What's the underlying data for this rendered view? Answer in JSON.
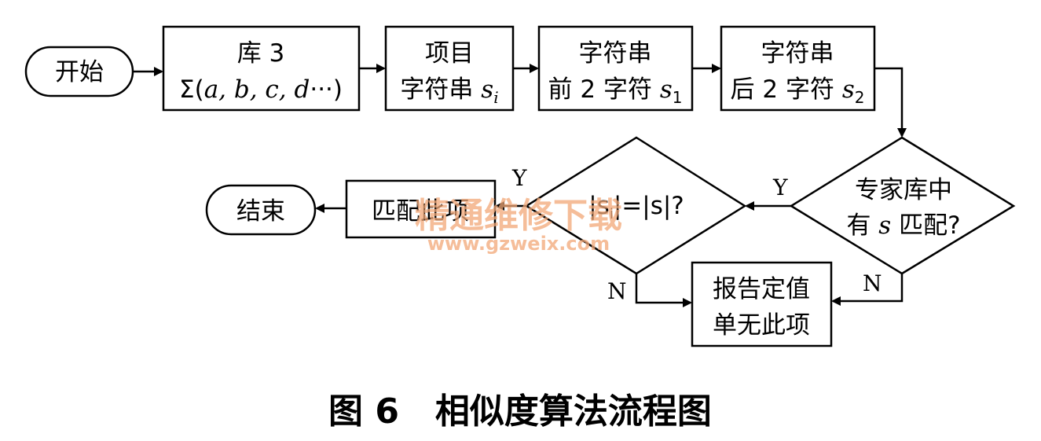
{
  "nodes": {
    "start": {
      "label": "开始"
    },
    "lib3": {
      "line1": "库 3",
      "sigma": "Σ",
      "paren_open": "(",
      "args": "a, b, c, d",
      "ellipsis": "···",
      "paren_close": ")"
    },
    "item": {
      "line1": "项目",
      "line2": "字符串",
      "var": "s",
      "sub": "i"
    },
    "first2": {
      "line1": "字符串",
      "line2": "前 2 字符",
      "var": "s",
      "sub": "1"
    },
    "last2": {
      "line1": "字符串",
      "line2": "后 2 字符",
      "var": "s",
      "sub": "2"
    },
    "expert_match": {
      "line1": "专家库中",
      "line2_pre": "有",
      "var": "s",
      "line2_post": "匹配?"
    },
    "length_eq": {
      "label": "|s",
      "sub": "i",
      "label_post": "|=|s|?"
    },
    "match_item": {
      "label": "匹配此项"
    },
    "report": {
      "line1": "报告定值",
      "line2": "单无此项"
    },
    "end": {
      "label": "结束"
    }
  },
  "edge_labels": {
    "expert_yes": "Y",
    "expert_no": "N",
    "length_yes": "Y",
    "length_no": "N"
  },
  "watermark": {
    "line1": "精通维修下载",
    "line2": "www.gzweix.com"
  },
  "caption": "图 6   相似度算法流程图"
}
